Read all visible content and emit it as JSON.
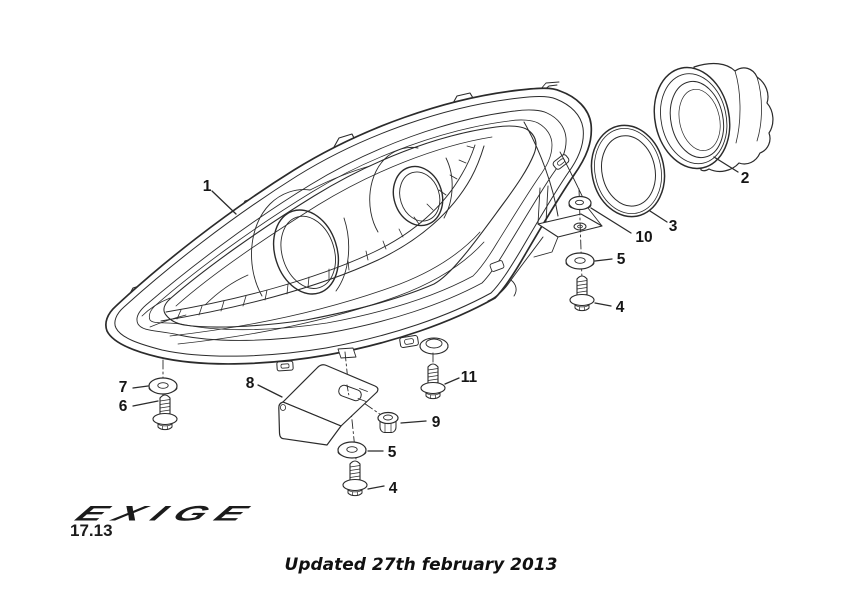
{
  "page": {
    "background_color": "#ffffff",
    "ink_color": "#2b2b2b"
  },
  "branding": {
    "logo_text": "EXIGE",
    "section_number": "17.13"
  },
  "footer": {
    "note": "Updated 27th february 2013"
  },
  "callouts": {
    "part1": "1",
    "part2": "2",
    "part3": "3",
    "part4_right": "4",
    "part5_right": "5",
    "part6": "6",
    "part7": "7",
    "part8": "8",
    "part9": "9",
    "part10": "10",
    "part11": "11",
    "part5_bottom": "5",
    "part4_bottom": "4"
  }
}
